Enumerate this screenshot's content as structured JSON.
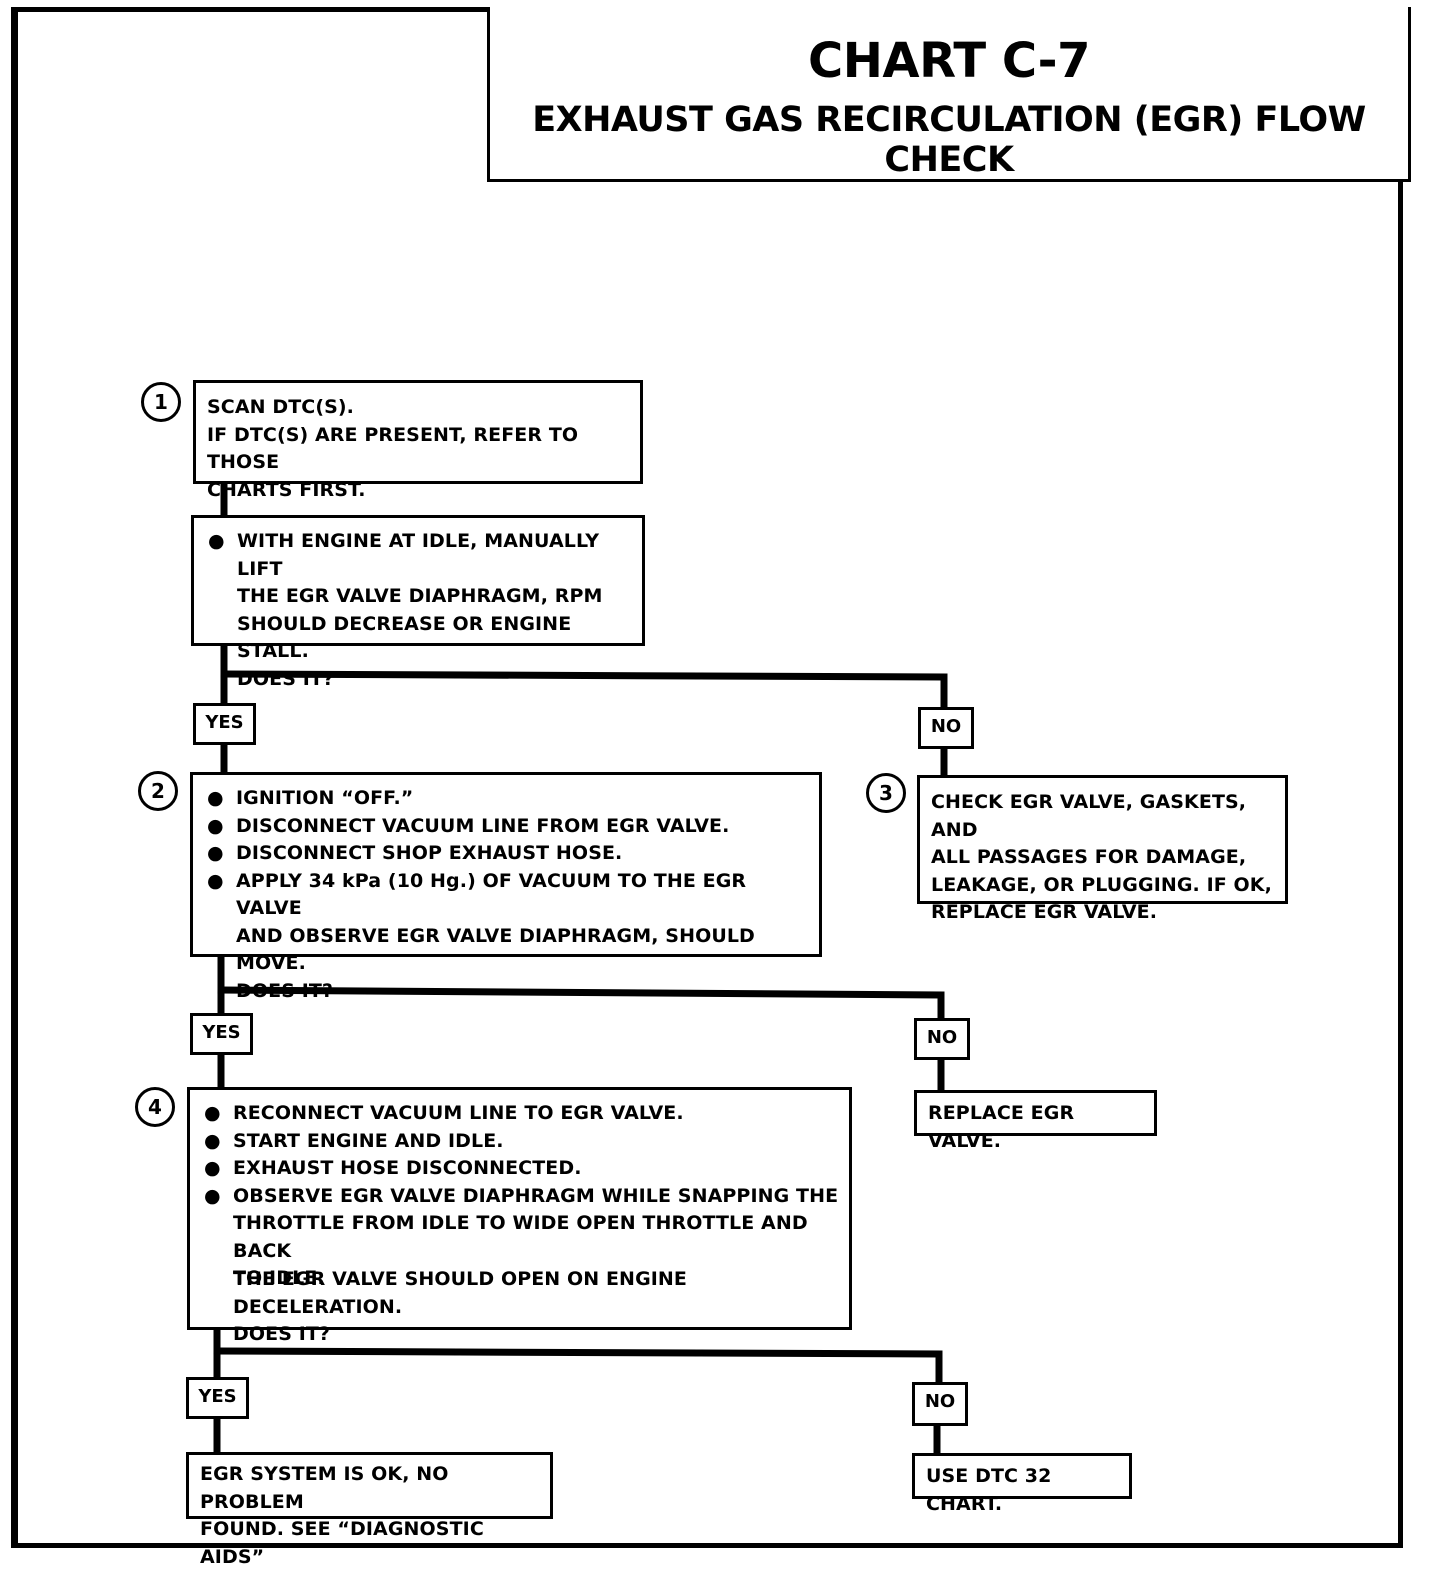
{
  "header": {
    "title": "CHART C-7",
    "subtitle": "EXHAUST GAS RECIRCULATION (EGR) FLOW CHECK"
  },
  "steps": {
    "step1": {
      "number": "1",
      "text": "SCAN DTC(S).\nIF DTC(S) ARE PRESENT, REFER TO THOSE\nCHARTS FIRST."
    },
    "check1": {
      "bullets": [
        "WITH ENGINE AT IDLE, MANUALLY LIFT\nTHE EGR VALVE DIAPHRAGM, RPM\nSHOULD DECREASE OR ENGINE STALL.\nDOES IT?"
      ]
    },
    "step2": {
      "number": "2",
      "bullets": [
        "IGNITION “OFF.”",
        "DISCONNECT VACUUM LINE FROM EGR VALVE.",
        "DISCONNECT SHOP EXHAUST HOSE.",
        "APPLY 34 kPa (10 Hg.) OF VACUUM TO THE EGR VALVE\nAND OBSERVE EGR VALVE DIAPHRAGM, SHOULD MOVE.\nDOES IT?"
      ]
    },
    "step3": {
      "number": "3",
      "text": "CHECK EGR VALVE, GASKETS, AND\nALL PASSAGES FOR DAMAGE,\nLEAKAGE, OR PLUGGING.  IF OK,\nREPLACE EGR VALVE."
    },
    "step4": {
      "number": "4",
      "bullets": [
        "RECONNECT VACUUM LINE TO EGR VALVE.",
        "START ENGINE AND IDLE.",
        "EXHAUST HOSE DISCONNECTED.",
        "OBSERVE EGR VALVE DIAPHRAGM WHILE SNAPPING THE\nTHROTTLE FROM IDLE TO WIDE OPEN THROTTLE AND BACK\nTO IDLE."
      ],
      "followup": "THE EGR VALVE SHOULD OPEN ON ENGINE DECELERATION.\nDOES IT?"
    },
    "replace_valve": {
      "text": "REPLACE EGR VALVE."
    },
    "system_ok": {
      "text": "EGR SYSTEM IS OK, NO PROBLEM\nFOUND.  SEE “DIAGNOSTIC AIDS”"
    },
    "use_dtc32": {
      "text": "USE DTC 32 CHART."
    }
  },
  "labels": {
    "yes": "YES",
    "no": "NO",
    "bullet": "●"
  }
}
